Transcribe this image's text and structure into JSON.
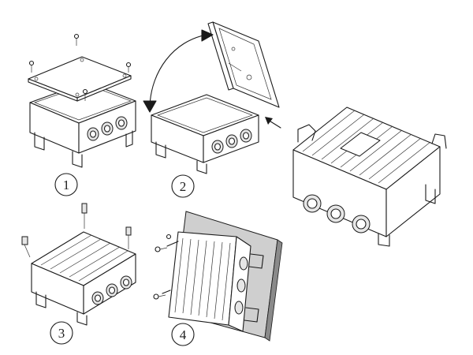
{
  "figure": {
    "steps": [
      {
        "number": "1"
      },
      {
        "number": "2"
      },
      {
        "number": "3"
      },
      {
        "number": "4"
      }
    ],
    "icons": [
      "arrow-curved",
      "arrow-straight",
      "screw"
    ],
    "line_color": "#1a1a1a",
    "background_color": "#ffffff",
    "wall_color": "#cfcfcf"
  }
}
